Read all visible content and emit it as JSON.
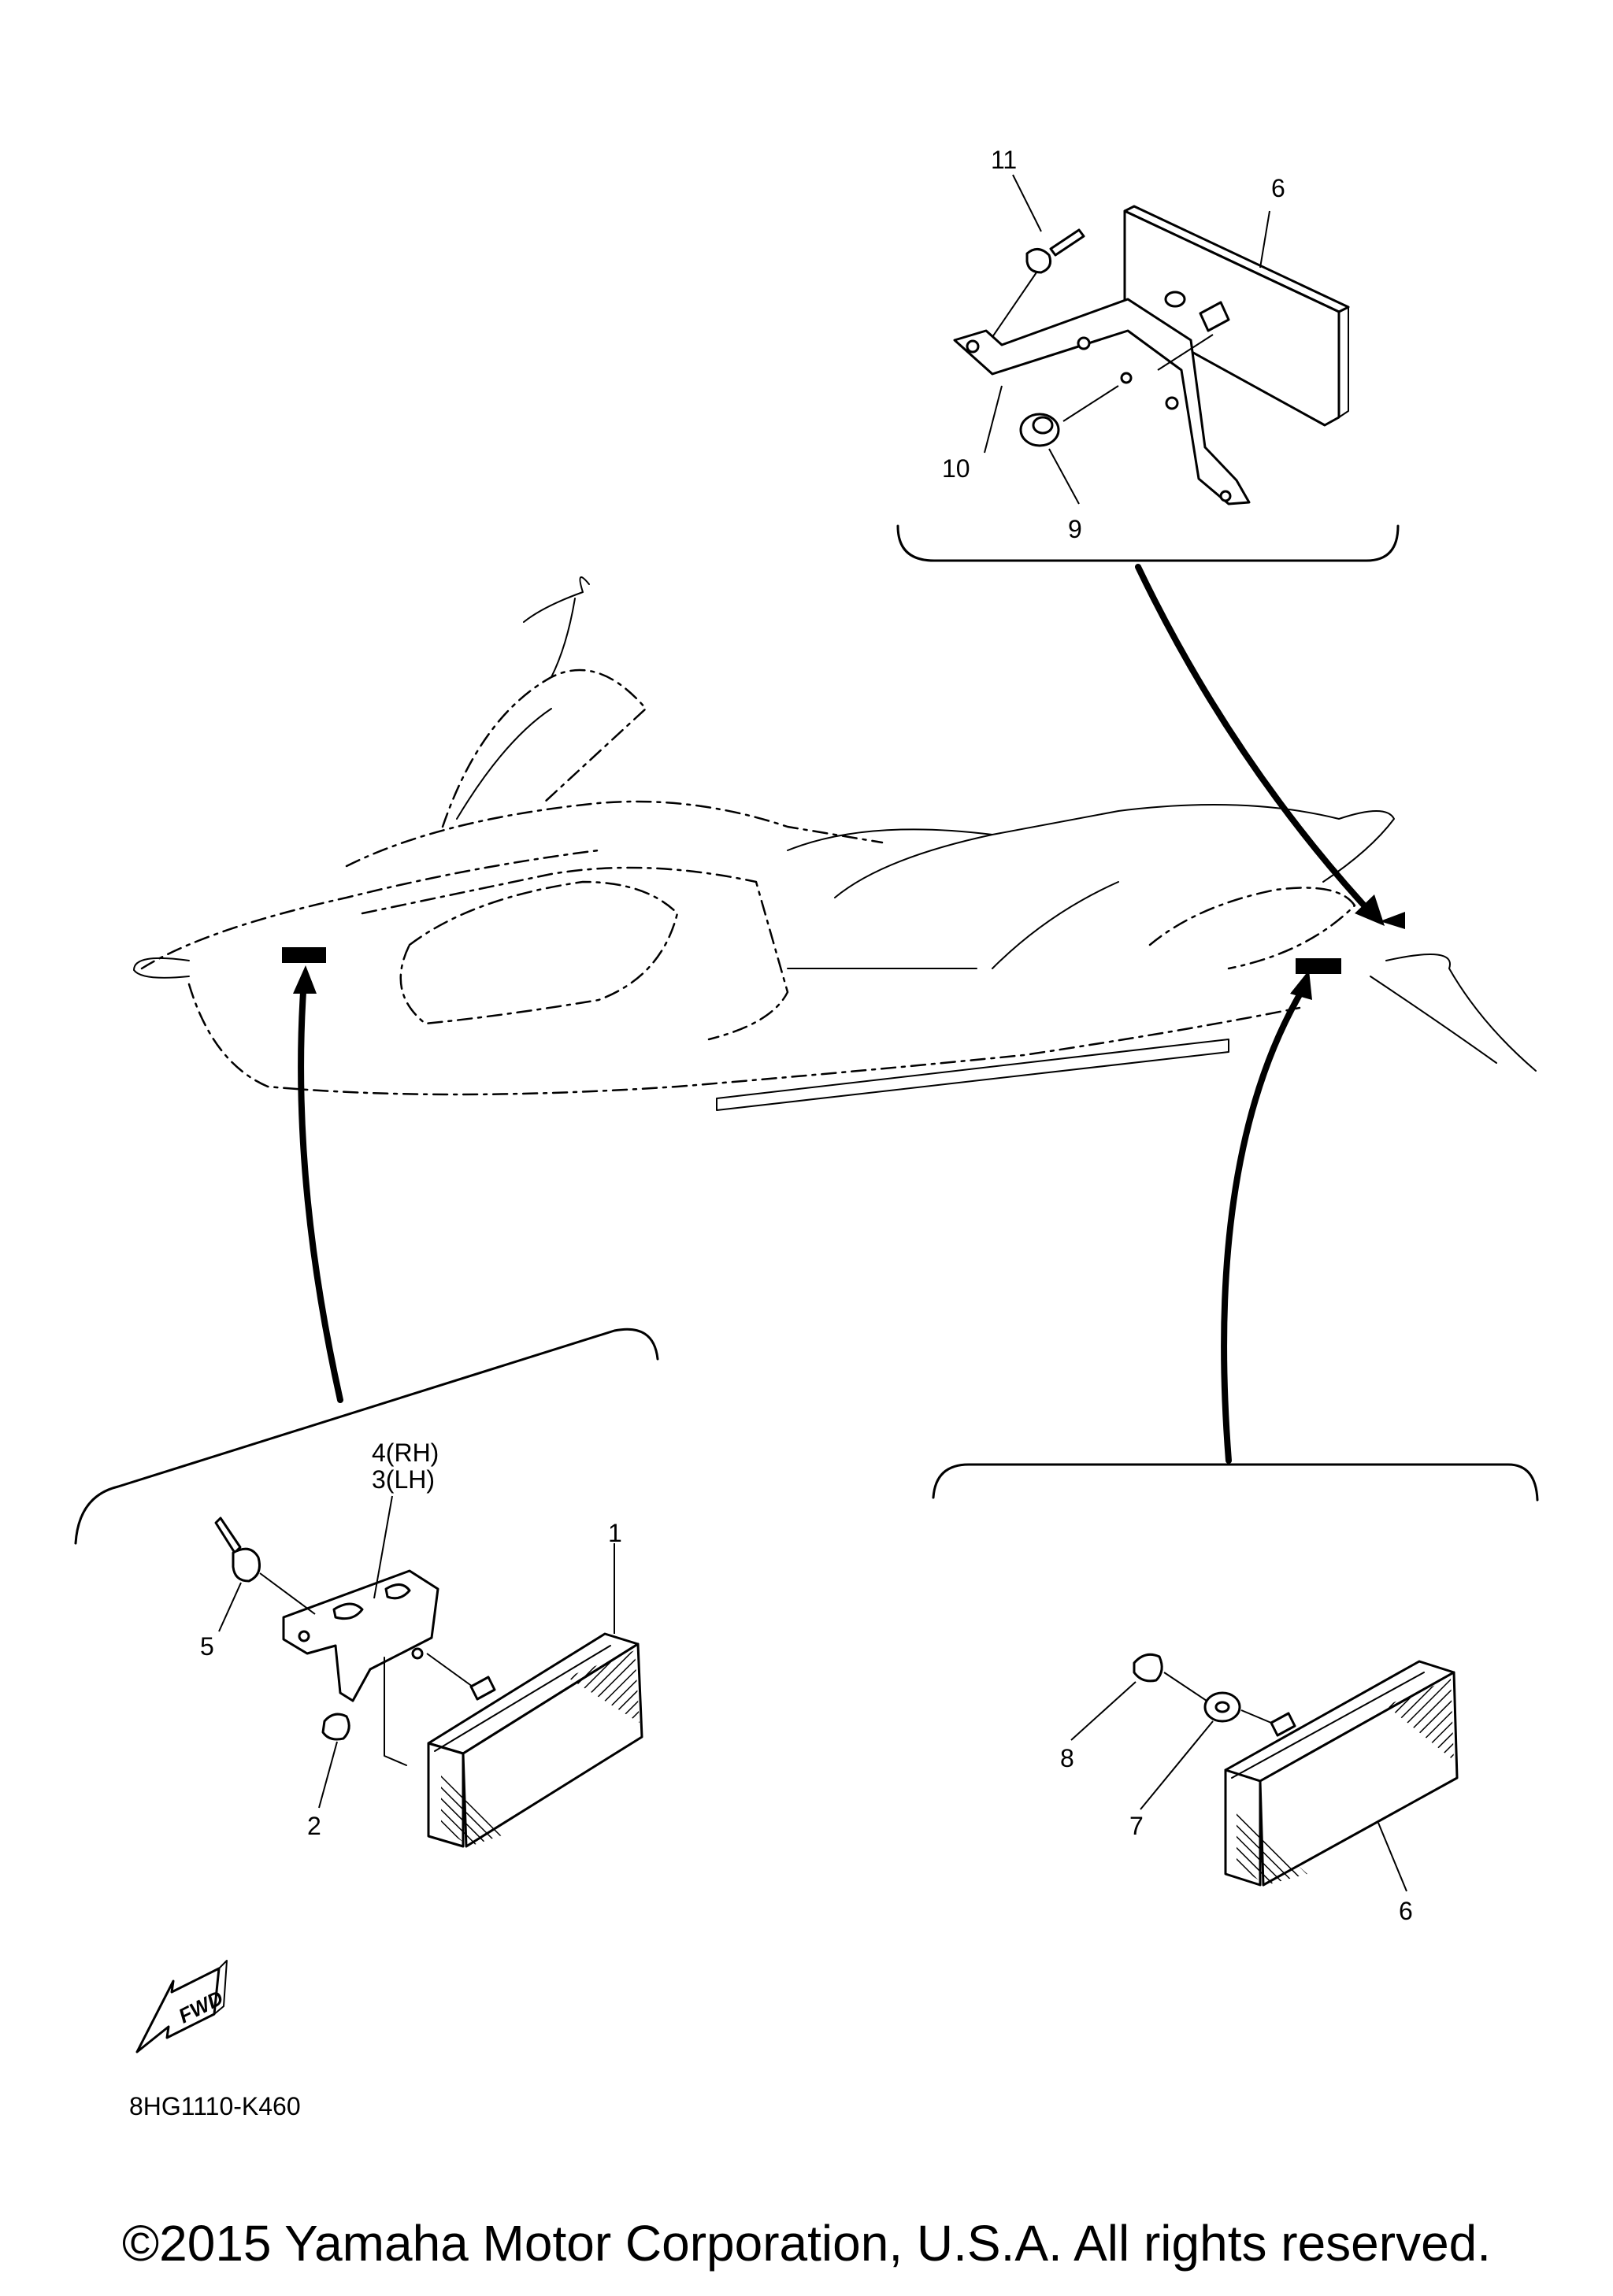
{
  "callouts": {
    "c1": "1",
    "c2": "2",
    "c3_4_rh": "4(RH)",
    "c3_4_lh": "3(LH)",
    "c5": "5",
    "c6_top": "6",
    "c6_bottom": "6",
    "c7": "7",
    "c8": "8",
    "c9": "9",
    "c10": "10",
    "c11": "11"
  },
  "fwd_label": "FWD",
  "diagram_code": "8HG1110-K460",
  "copyright": "©2015 Yamaha Motor Corporation, U.S.A. All rights reserved."
}
